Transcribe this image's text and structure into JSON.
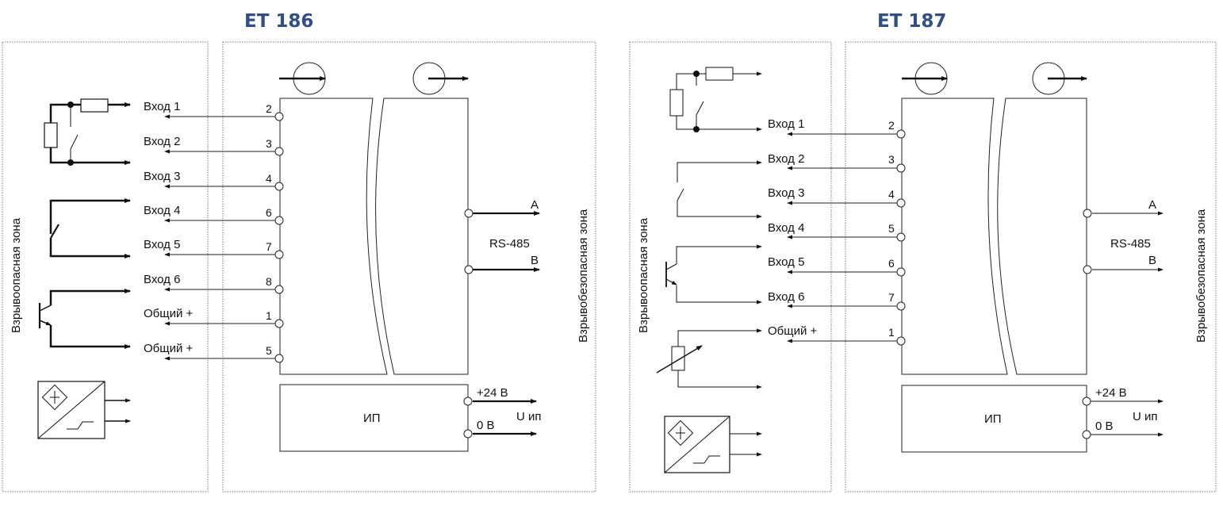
{
  "titles": {
    "left": "ET 186",
    "right": "ET 187"
  },
  "zones": {
    "hazardous": "Взрывоопасная зона",
    "safe": "Взрывобезопасная зона"
  },
  "left": {
    "inputs": [
      {
        "label": "Вход 1",
        "terminal": "2"
      },
      {
        "label": "Вход 2",
        "terminal": "3"
      },
      {
        "label": "Вход 3",
        "terminal": "4"
      },
      {
        "label": "Вход 4",
        "terminal": "6"
      },
      {
        "label": "Вход 5",
        "terminal": "7"
      },
      {
        "label": "Вход 6",
        "terminal": "8"
      },
      {
        "label": "Общий +",
        "terminal": "1"
      },
      {
        "label": "Общий +",
        "terminal": "5"
      }
    ],
    "rs485": {
      "label": "RS-485",
      "a": "A",
      "b": "B"
    },
    "psu": {
      "label": "ИП",
      "plus": "+24 В",
      "zero": "0 В",
      "u": "U ип"
    }
  },
  "right": {
    "inputs": [
      {
        "label": "Вход 1",
        "terminal": "2"
      },
      {
        "label": "Вход 2",
        "terminal": "3"
      },
      {
        "label": "Вход 3",
        "terminal": "4"
      },
      {
        "label": "Вход 4",
        "terminal": "5"
      },
      {
        "label": "Вход 5",
        "terminal": "6"
      },
      {
        "label": "Вход 6",
        "terminal": "7"
      },
      {
        "label": "Общий +",
        "terminal": "1"
      }
    ],
    "rs485": {
      "label": "RS-485",
      "a": "A",
      "b": "B"
    },
    "psu": {
      "label": "ИП",
      "plus": "+24 В",
      "zero": "0 В",
      "u": "U ип"
    }
  }
}
